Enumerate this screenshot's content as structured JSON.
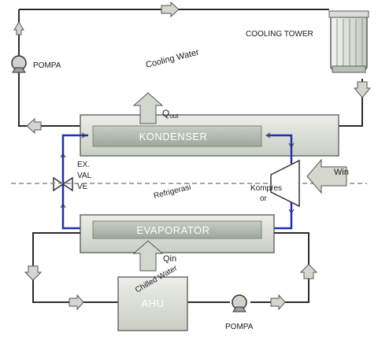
{
  "labels": {
    "pump_top": "POMPA",
    "cooling_water": "Cooling Water",
    "cooling_tower": "COOLING TOWER",
    "q_out": "Q",
    "q_out_sub": "out",
    "condenser": "KONDENSER",
    "exp_valve_1": "EX.",
    "exp_valve_2": "VAL",
    "exp_valve_3": "VE",
    "refrigerant": "Refrigerasi",
    "compressor_1": "Kompres",
    "compressor_2": "or",
    "w_in": "Win",
    "evaporator": "EVAPORATOR",
    "q_in": "Qin",
    "chilled_water": "Chilled Water",
    "ahu": "AHU",
    "pump_bottom": "POMPA"
  },
  "colors": {
    "pipe": "#2b2b2b",
    "refrigerant_pipe": "#1d2fb8",
    "box_fill": "#dfe3dc",
    "inner_fill": "#b7c0b3",
    "arrow_fill": "#d3d8cf",
    "dashed": "#8a8a8a"
  }
}
